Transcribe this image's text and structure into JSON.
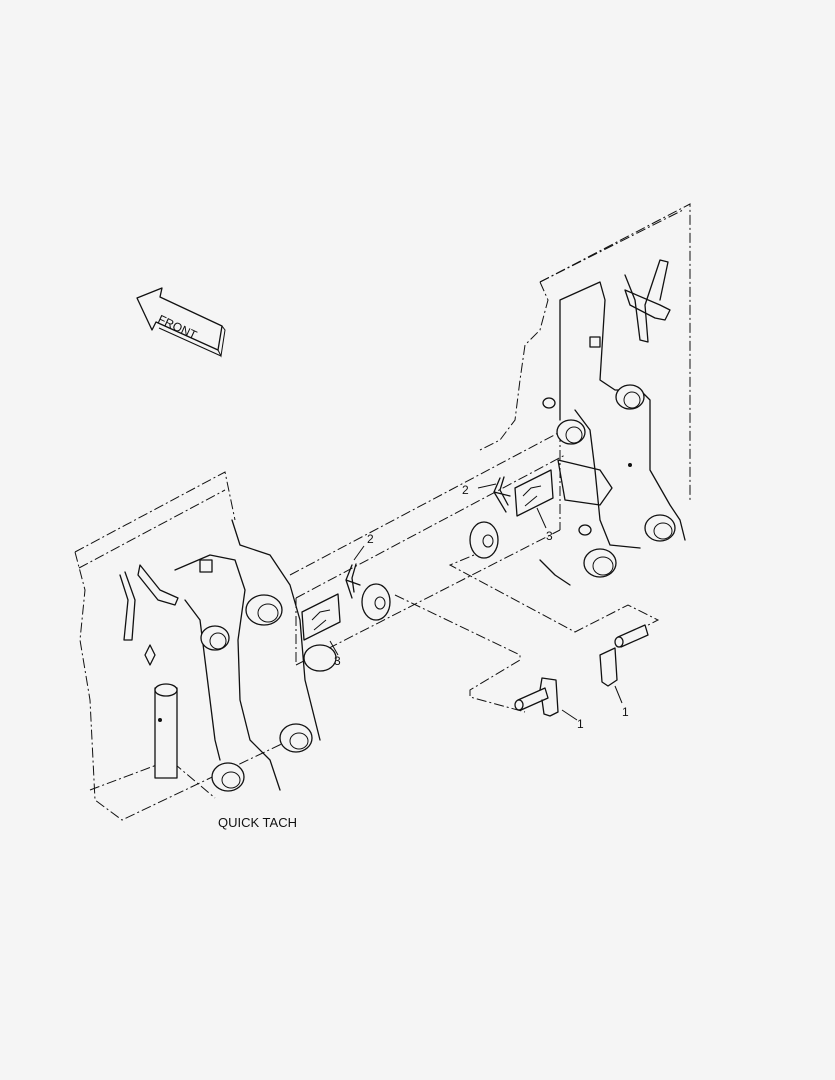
{
  "arrow": {
    "text": "FRONT"
  },
  "callouts": {
    "pin_right": "1",
    "pin_left": "1",
    "clip_right": "2",
    "clip_left": "2",
    "decal_right": "3",
    "decal_left": "3"
  },
  "caption": "QUICK TACH"
}
